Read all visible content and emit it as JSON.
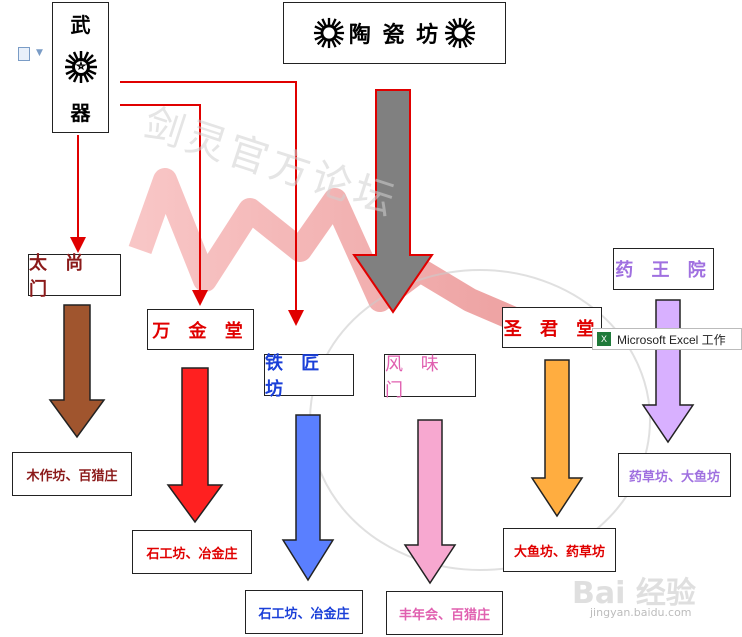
{
  "colors": {
    "taishang": "#8b1a1a",
    "wanjin": "#e00000",
    "tiejiang": "#1a3fd8",
    "fengwei": "#e060b0",
    "shengjun": "#e00000",
    "yaowang": "#a070e0"
  },
  "weapon_box": {
    "top": "武",
    "bottom": "器",
    "icon": "sun-emblem-icon"
  },
  "ceramics_box": {
    "label": "陶 瓷 坊",
    "icon": "sun-emblem-icon"
  },
  "factions": [
    {
      "label": "太 尚 门"
    },
    {
      "label": "万 金 堂"
    },
    {
      "label": "铁 匠 坊"
    },
    {
      "label": "风 味 门"
    },
    {
      "label": "圣 君 堂"
    },
    {
      "label": "药 王 院"
    }
  ],
  "outputs": [
    {
      "label": "木作坊、百猎庄"
    },
    {
      "label": "石工坊、冶金庄"
    },
    {
      "label": "石工坊、冶金庄"
    },
    {
      "label": "丰年会、百猎庄"
    },
    {
      "label": "大鱼坊、药草坊"
    },
    {
      "label": "药草坊、大鱼坊"
    }
  ],
  "tooltip": {
    "label": "Microsoft Excel 工作",
    "icon": "excel-icon"
  },
  "watermark": {
    "main": "剑灵官方论坛",
    "brand": "Bai 经验",
    "url": "jingyan.baidu.com"
  }
}
